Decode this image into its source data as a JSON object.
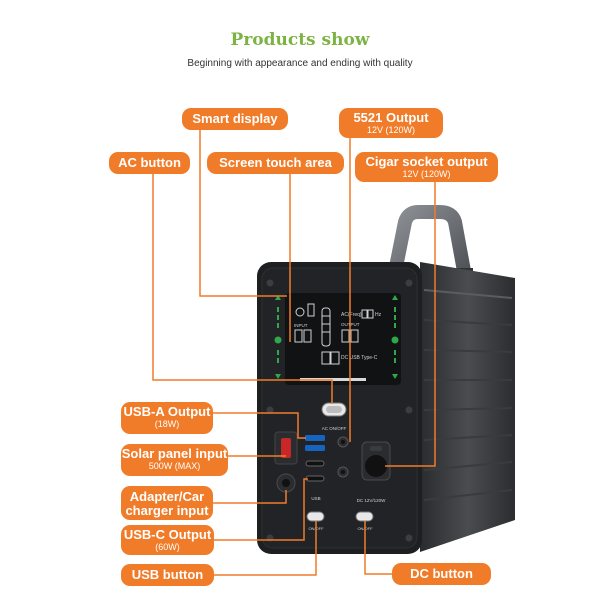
{
  "header": {
    "title": "Products show",
    "subtitle": "Beginning with appearance and ending with quality"
  },
  "labels": {
    "smart_display": "Smart display",
    "ac_button": "AC button",
    "screen_touch_area": "Screen touch area",
    "output_5521": "5521 Output",
    "output_5521_spec": "12V  (120W)",
    "cigar_socket": "Cigar socket output",
    "cigar_socket_spec": "12V  (120W)",
    "usb_a": "USB-A Output",
    "usb_a_spec": "(18W)",
    "solar": "Solar panel input",
    "solar_spec": "500W (MAX)",
    "adapter_line1": "Adapter/Car",
    "adapter_line2": "charger input",
    "usb_c": "USB-C Output",
    "usb_c_spec": "(60W)",
    "usb_button": "USB button",
    "dc_button": "DC button"
  },
  "device": {
    "ac_onoff": "AC ON/OFF",
    "usb_label": "USB",
    "dc_label": "DC 12V/120W",
    "usb_onoff": "ON/OFF",
    "dc_onoff": "ON/OFF",
    "display_ac_freq": "AC(Freq)",
    "display_hz": "Hz",
    "display_output": "OUTPUT",
    "display_input": "INPUT",
    "display_dc_usb": "DC  USB  Type-C"
  },
  "colors": {
    "accent": "#f07c2a",
    "title_green": "#7cb342",
    "device_dark": "#1e1f21",
    "indicator_green": "#2ea84a"
  }
}
